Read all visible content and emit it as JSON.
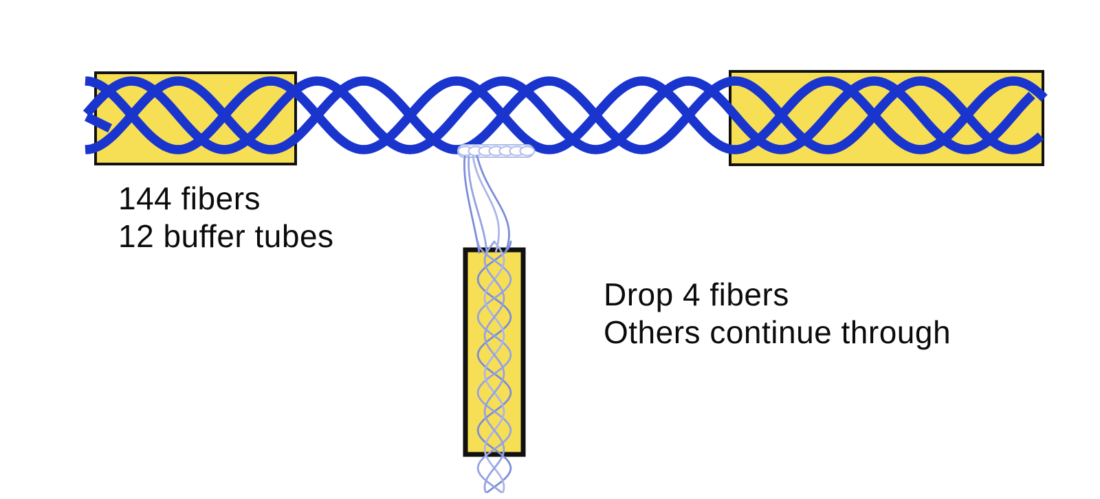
{
  "diagram": {
    "labels": {
      "left_line1": "144 fibers",
      "left_line2": "12 buffer tubes",
      "right_line1": "Drop 4 fibers",
      "right_line2": "Others continue through"
    },
    "colors": {
      "background": "#ffffff",
      "cable_blue": "#1a35cd",
      "jacket_yellow": "#f7df55",
      "jacket_border": "#111111",
      "fiber_light": "#95a2e2",
      "fiber_light_alt": "#7c8cd9",
      "fiber_pale": "#aab5ea",
      "chain_outline": "#b0baea",
      "chain_fill": "#ffffff",
      "text": "#0b0b0b"
    }
  }
}
